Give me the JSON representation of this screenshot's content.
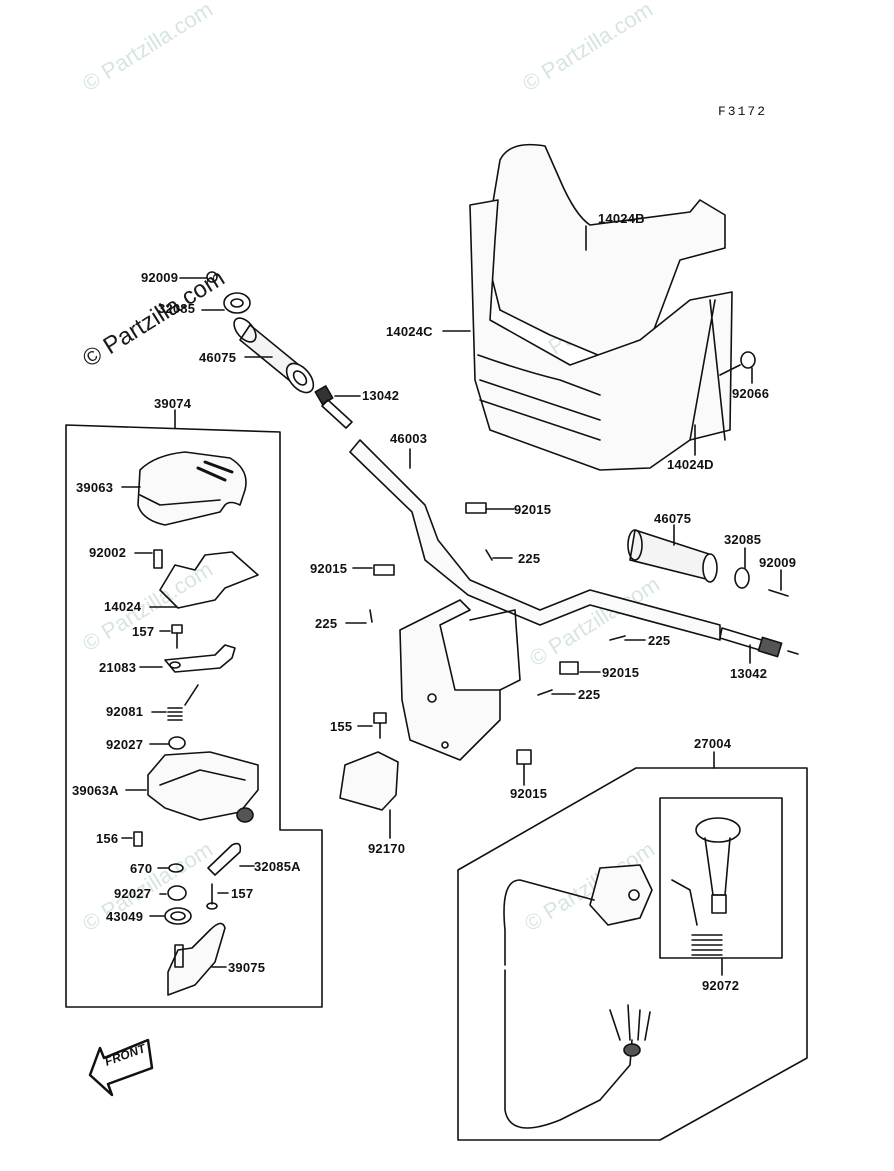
{
  "figure_code": "F3172",
  "watermark": "© Partzilla.com",
  "front_indicator": "FRONT",
  "groups": {
    "switch_assembly": "39074",
    "stop_switch_kit": "27004"
  },
  "labels": {
    "p92009_top": "92009",
    "p32085_top": "32085",
    "p46075_top": "46075",
    "p13042_top": "13042",
    "p39074": "39074",
    "p39063": "39063",
    "p92002": "92002",
    "p14024": "14024",
    "p157_a": "157",
    "p21083": "21083",
    "p92081": "92081",
    "p92027_a": "92027",
    "p39063A": "39063A",
    "p156": "156",
    "p670": "670",
    "p32085A": "32085A",
    "p92027_b": "92027",
    "p157_b": "157",
    "p43049": "43049",
    "p39075": "39075",
    "p14024B": "14024B",
    "p14024C": "14024C",
    "p92066": "92066",
    "p14024D": "14024D",
    "p46003": "46003",
    "p92015_a": "92015",
    "p225_a": "225",
    "p92015_b": "92015",
    "p225_b": "225",
    "p46075_right": "46075",
    "p32085_right": "32085",
    "p92009_right": "92009",
    "p225_c": "225",
    "p13042_right": "13042",
    "p92015_c": "92015",
    "p225_d": "225",
    "p155": "155",
    "p92015_d": "92015",
    "p92170": "92170",
    "p27004": "27004",
    "p92072": "92072"
  }
}
